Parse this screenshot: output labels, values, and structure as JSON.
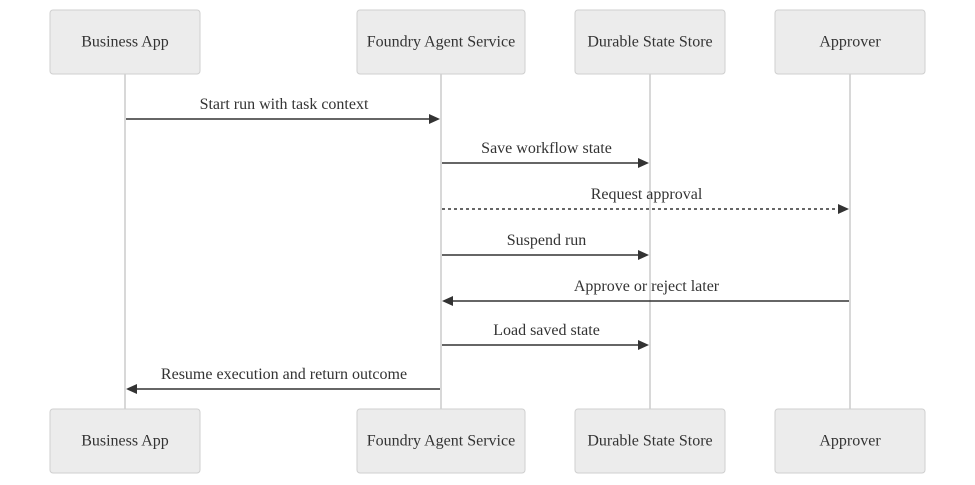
{
  "colors": {
    "participant_fill": "#ececec",
    "participant_border": "#cfcfcf",
    "lifeline": "#cccccc",
    "message": "#333333"
  },
  "participants": [
    {
      "id": "business-app",
      "label": "Business App"
    },
    {
      "id": "foundry-agent-service",
      "label": "Foundry Agent Service"
    },
    {
      "id": "durable-state-store",
      "label": "Durable State Store"
    },
    {
      "id": "approver",
      "label": "Approver"
    }
  ],
  "messages": [
    {
      "from": 0,
      "to": 1,
      "label": "Start run with task context",
      "style": "solid"
    },
    {
      "from": 1,
      "to": 2,
      "label": "Save workflow state",
      "style": "solid"
    },
    {
      "from": 1,
      "to": 3,
      "label": "Request approval",
      "style": "dotted"
    },
    {
      "from": 1,
      "to": 2,
      "label": "Suspend run",
      "style": "solid"
    },
    {
      "from": 3,
      "to": 1,
      "label": "Approve or reject later",
      "style": "solid"
    },
    {
      "from": 1,
      "to": 2,
      "label": "Load saved state",
      "style": "solid"
    },
    {
      "from": 1,
      "to": 0,
      "label": "Resume execution and return outcome",
      "style": "solid"
    }
  ]
}
